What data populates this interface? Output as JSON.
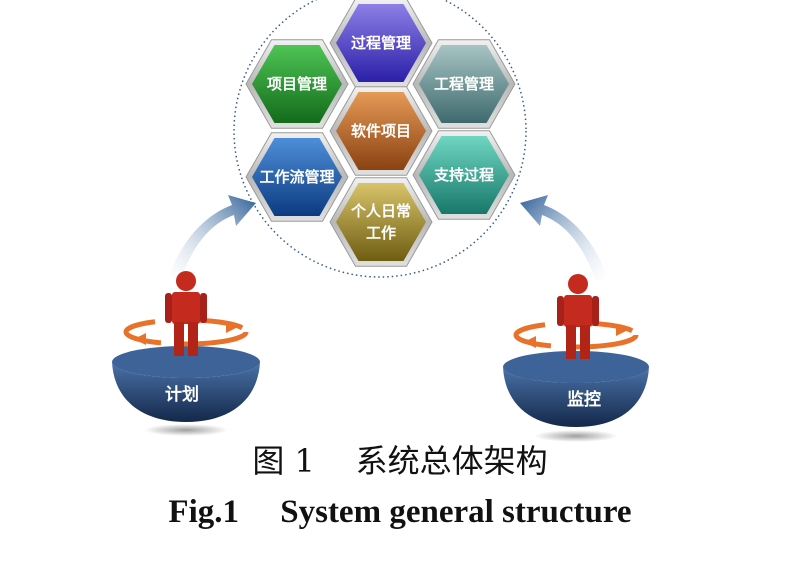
{
  "diagram": {
    "hexagons": [
      {
        "id": "process",
        "lines": [
          "过程管理"
        ],
        "color_top": "#8d7fe6",
        "color_bottom": "#2b1fa8"
      },
      {
        "id": "project",
        "lines": [
          "项目管理"
        ],
        "color_top": "#4fc455",
        "color_bottom": "#136b1b"
      },
      {
        "id": "engineering",
        "lines": [
          "工程管理"
        ],
        "color_top": "#a8c4c4",
        "color_bottom": "#3e6a6e"
      },
      {
        "id": "software",
        "lines": [
          "软件项目"
        ],
        "color_top": "#e69a57",
        "color_bottom": "#8a4212"
      },
      {
        "id": "workflow",
        "lines": [
          "工作流管理"
        ],
        "color_top": "#4e8ed8",
        "color_bottom": "#0c3b80"
      },
      {
        "id": "support",
        "lines": [
          "支持过程"
        ],
        "color_top": "#6fd6c2",
        "color_bottom": "#18786a"
      },
      {
        "id": "daily",
        "lines": [
          "个人日常",
          "工作"
        ],
        "color_top": "#d8c46a",
        "color_bottom": "#6f5d12"
      }
    ],
    "pods": [
      {
        "id": "plan",
        "label": "计划"
      },
      {
        "id": "monitor",
        "label": "监控"
      }
    ],
    "colors": {
      "person": "#c42a1e",
      "ring": "#e8722a",
      "pod_top": "#3a5f93",
      "pod_bottom": "#1d3257",
      "arrow": "#2d5f97",
      "dotted_circle": "#3a5a8a"
    }
  },
  "caption": {
    "zh": "图 1    系统总体架构",
    "en": "Fig.1     System general structure"
  }
}
